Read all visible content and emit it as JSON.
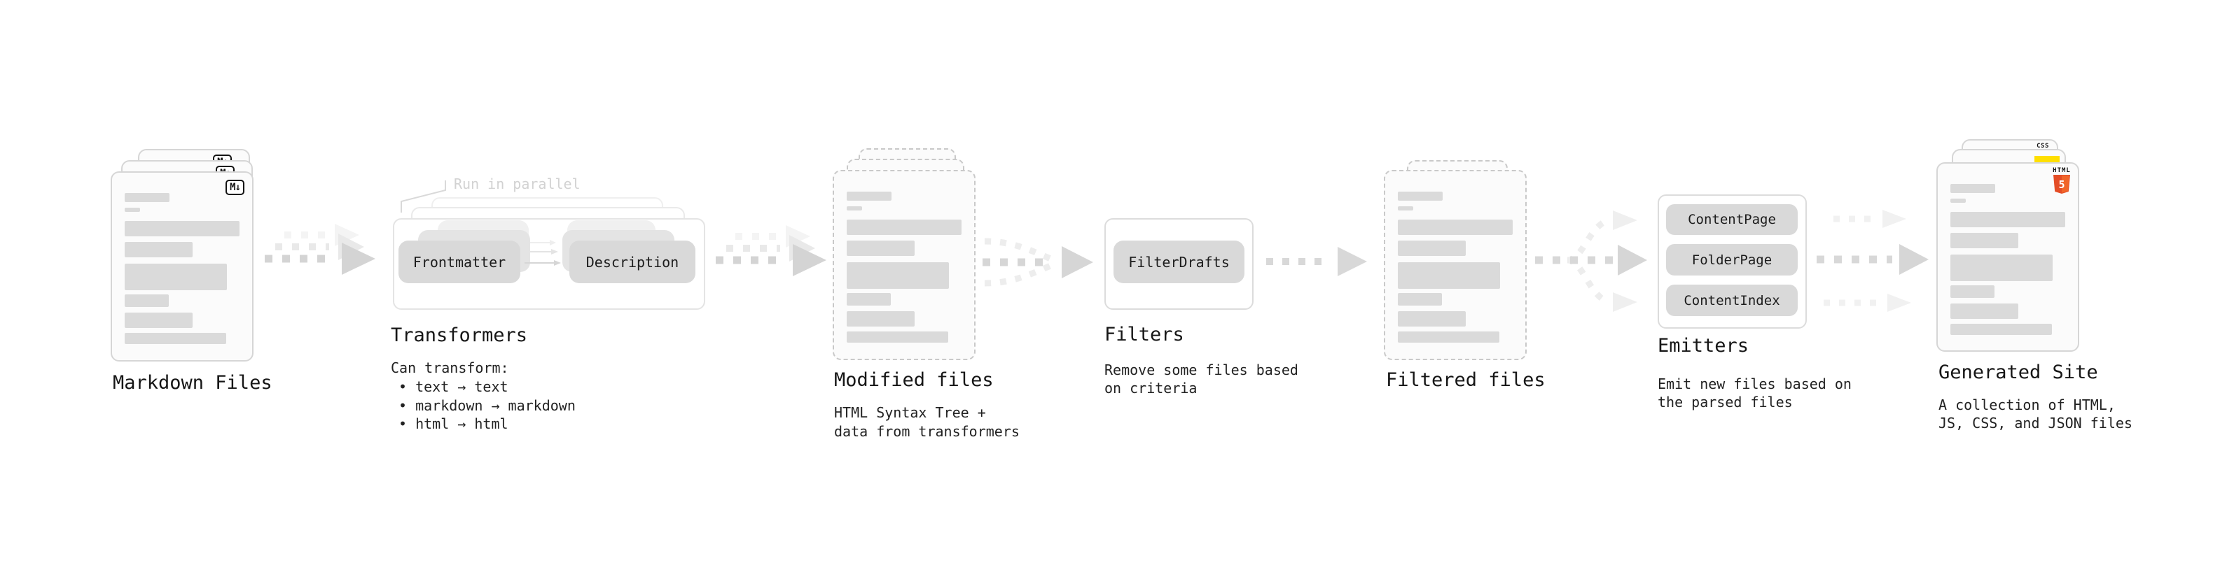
{
  "colors": {
    "arrow_main": "#d4d4d4",
    "arrow_faint": "#ededed",
    "page_border": "#d6d6d6",
    "box_fill": "#d9d9d9",
    "js_yellow": "#ffdf00",
    "css_blue": "#2f6ae0",
    "html5_orange": "#e44d26",
    "html5_orange_light": "#f16529"
  },
  "nodes": {
    "markdown_files": {
      "title": "Markdown Files",
      "badge": "M↓"
    },
    "transformers": {
      "title": "Transformers",
      "annotation": "Run in parallel",
      "box1": "Frontmatter",
      "box2": "Description",
      "subtitle": "Can transform:",
      "bullets": [
        "• text → text",
        "• markdown → markdown",
        "• html → html"
      ]
    },
    "modified_files": {
      "title": "Modified files",
      "subtitle_lines": [
        "HTML Syntax Tree +",
        "data from transformers"
      ]
    },
    "filters": {
      "title": "Filters",
      "box1": "FilterDrafts",
      "subtitle_lines": [
        "Remove some files based",
        "on criteria"
      ]
    },
    "filtered_files": {
      "title": "Filtered files"
    },
    "emitters": {
      "title": "Emitters",
      "boxes": [
        "ContentPage",
        "FolderPage",
        "ContentIndex"
      ],
      "subtitle_lines": [
        "Emit new files based on",
        "the parsed files"
      ]
    },
    "generated_site": {
      "title": "Generated Site",
      "css_label": "CSS",
      "html_label": "HTML",
      "html_number": "5",
      "subtitle_lines": [
        "A collection of HTML,",
        "JS, CSS, and JSON files"
      ]
    }
  }
}
